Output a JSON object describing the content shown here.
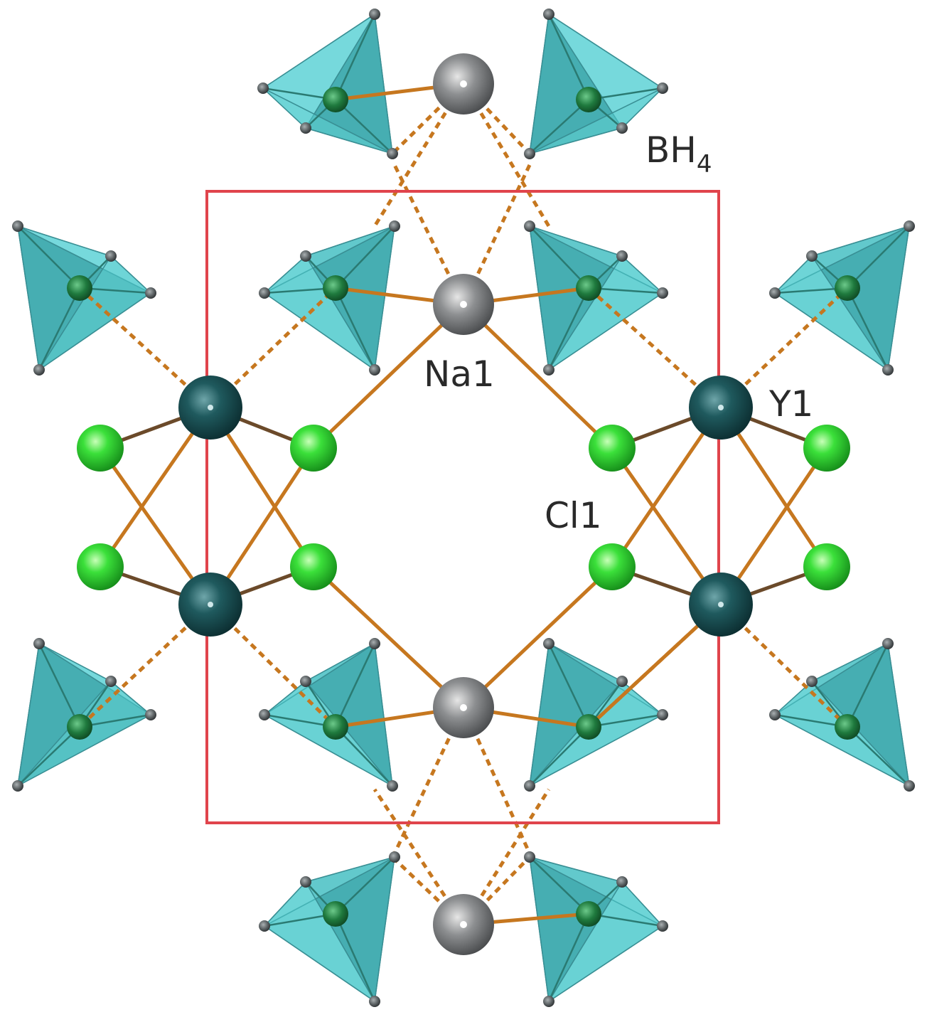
{
  "labels": {
    "bh4_main": "BH",
    "bh4_sub": "4",
    "na1": "Na1",
    "y1": "Y1",
    "cl1": "Cl1"
  },
  "colors": {
    "tetrahedron_fill": "#4dc9cc",
    "tetrahedron_dark": "#2c9ea3",
    "boron": "#1f7a3e",
    "hydrogen": "#555a5c",
    "sodium": "#8a8c8e",
    "yttrium": "#1d5155",
    "chlorine": "#3edc3a",
    "bond": "#c6771f",
    "unit_cell": "#e0444c"
  }
}
